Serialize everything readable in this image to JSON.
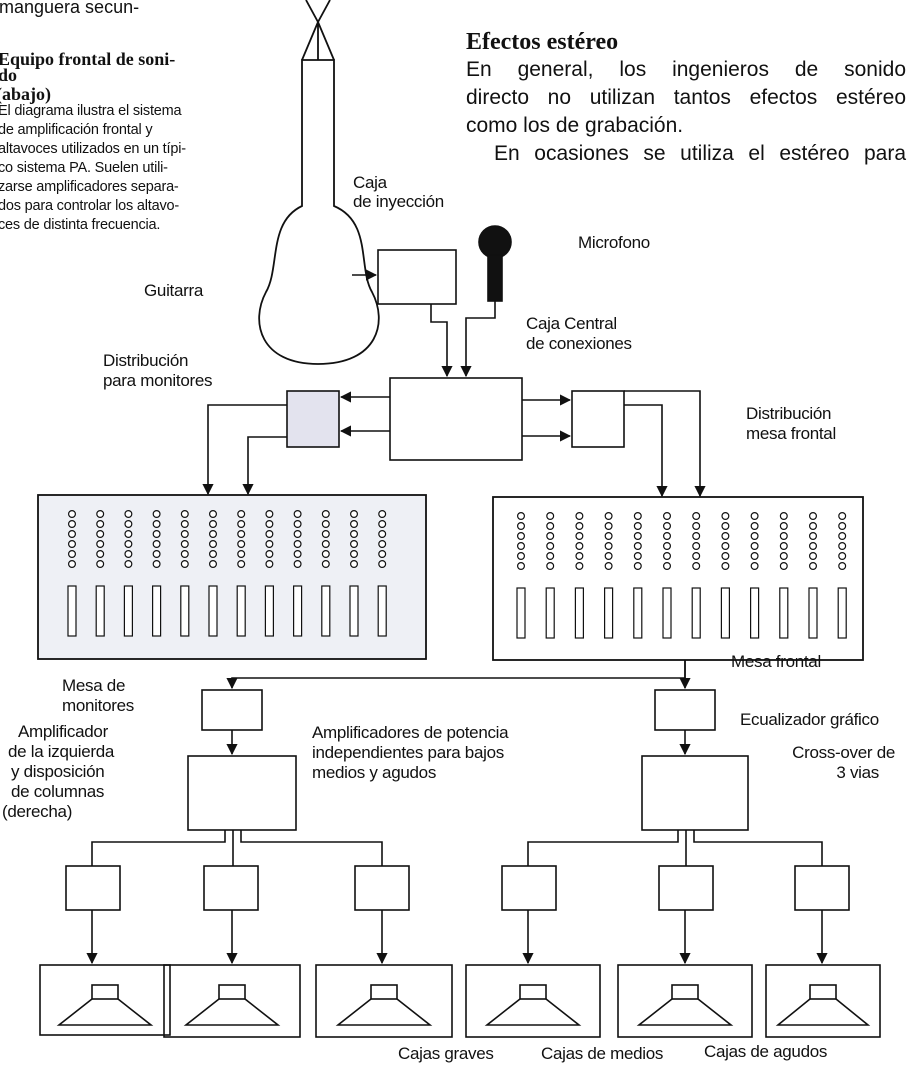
{
  "left_column": {
    "intro": "manguera secun-",
    "heading_lines": [
      "Equipo frontal de soni-",
      "do",
      "(abajo)"
    ],
    "caption_lines": [
      "El diagrama ilustra el sistema",
      "de amplificación frontal y",
      "altavoces utilizados en un típi-",
      "co sistema PA. Suelen utili-",
      "zarse amplificadores separa-",
      "dos para controlar los altavo-",
      "ces de distinta frecuencia."
    ]
  },
  "stereo_section": {
    "title": "Efectos estéreo",
    "lines": [
      "En general, los ingenieros de sonido",
      "directo no utilizan tantos efectos estéreo",
      "como los de grabación.",
      "En ocasiones se utiliza el estéreo para"
    ]
  },
  "labels": {
    "guitar": "Guitarra",
    "di_box": [
      "Caja",
      "de inyección"
    ],
    "microphone": "Microfono",
    "stagebox": [
      "Caja Central",
      "de conexiones"
    ],
    "monitor_split": [
      "Distribución",
      "para monitores"
    ],
    "foh_split": [
      "Distribución",
      "mesa frontal"
    ],
    "foh_desk": "Mesa frontal",
    "monitor_desk": [
      "Mesa de",
      "monitores"
    ],
    "graphic_eq": "Ecualizador gráfico",
    "crossover": [
      "Cross-over de",
      "3 vias"
    ],
    "amp_left": [
      "Amplificador",
      "de la izquierda",
      "y disposición",
      "de columnas",
      "(derecha)"
    ],
    "power_amps": [
      "Amplificadores de potencia",
      "independientes para bajos",
      "medios y agudos"
    ],
    "bass_cabs": "Cajas graves",
    "mid_cabs": "Cajas de medios",
    "tweeter_cabs": "Cajas de agudos"
  },
  "colors": {
    "ink": "#111111",
    "monitor_desk_fill": "#eef0f5",
    "split_box_fill": "#e3e3ee"
  }
}
